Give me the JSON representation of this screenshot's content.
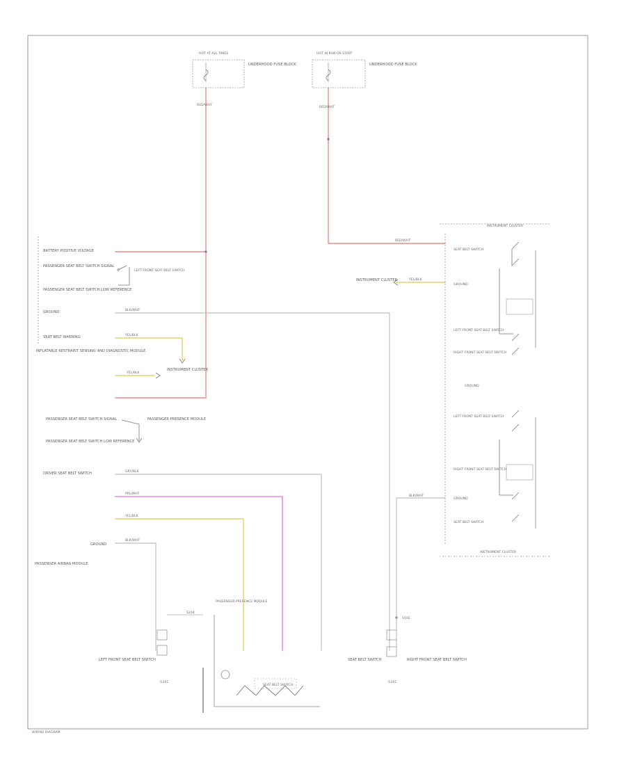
{
  "diagram": {
    "fuses": {
      "left_label": "HOT AT ALL TIMES",
      "left_title": "UNDERHOOD FUSE BLOCK",
      "right_label": "HOT IN RUN OR START",
      "right_title": "UNDERHOOD FUSE BLOCK"
    },
    "left_connector": {
      "pins": [
        "BATTERY POSITIVE VOLTAGE",
        "PASSENGER SEAT BELT SWITCH SIGNAL",
        "PASSENGER SEAT BELT SWITCH LOW REFERENCE",
        "GROUND",
        "SEAT BELT WARNING",
        "DRIVER SEAT BELT SWITCH"
      ],
      "title": "INFLATABLE RESTRAINT SENSING AND DIAGNOSTIC MODULE"
    },
    "wire_labels": {
      "w1": "RED/WHT",
      "w2": "BLK/WHT",
      "w3": "YEL/BLK",
      "w4": "RED/WHT",
      "w5": "GRY/BLK",
      "w6": "PPL/WHT",
      "w7": "YEL/BLK",
      "w8": "BLK/WHT",
      "w9": "RED/WHT"
    },
    "components": {
      "chime": "INSTRUMENT CLUSTER",
      "right_module": "INSTRUMENT CLUSTER",
      "passenger_presence": "PASSENGER PRESENCE MODULE",
      "lower_left_module": "PASSENGER AIRBAG MODULE",
      "seat_switch_left": "LEFT FRONT SEAT BELT SWITCH",
      "seat_switch_right": "RIGHT FRONT SEAT BELT SWITCH",
      "buckle_switch": "SEAT BELT SWITCH",
      "ground_left": "G301",
      "ground_right": "G301",
      "splice_left": "S204",
      "splice_right": "S102"
    },
    "footer": "WIRING DIAGRAM"
  }
}
